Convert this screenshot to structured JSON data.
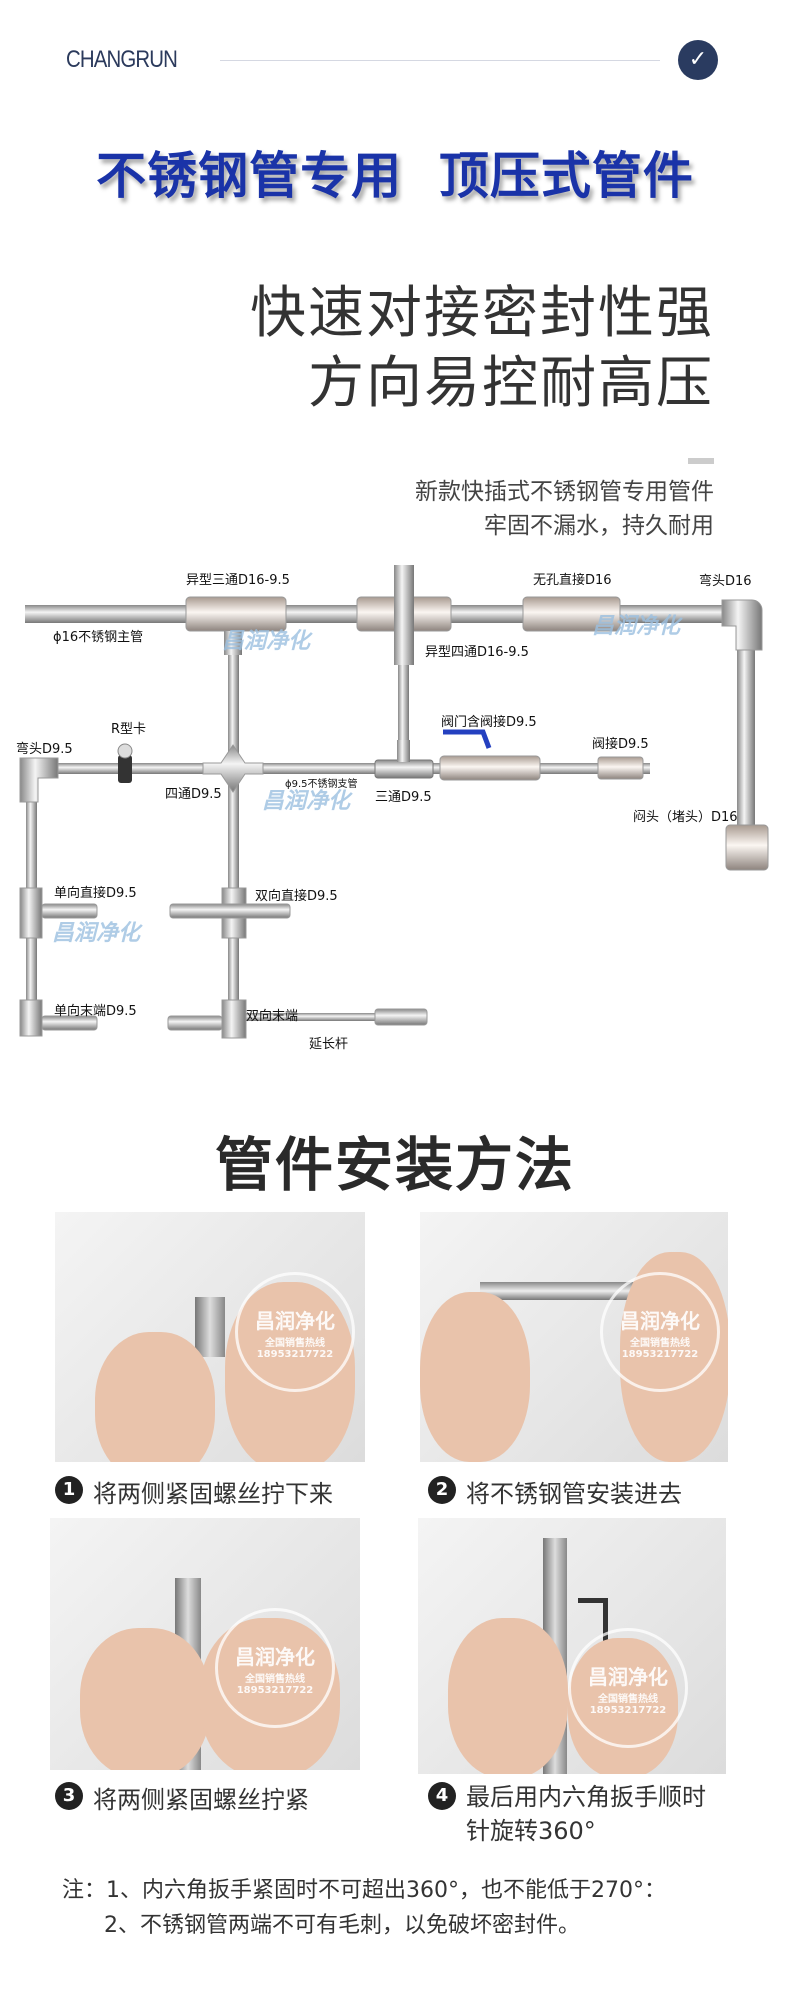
{
  "header": {
    "brand": "CHANGRUN",
    "check_icon": "check-circle-icon"
  },
  "hero": {
    "title": "不锈钢管专用  顶压式管件",
    "line1": "快速对接密封性强",
    "line2": "方向易控耐高压",
    "sub1": "新款快插式不锈钢管专用管件",
    "sub2": "牢固不漏水，持久耐用"
  },
  "diagram": {
    "watermark": "昌润净化",
    "labels": {
      "tee_main": "异型三通D16-9.5",
      "main_pipe": "ϕ16不锈钢主管",
      "cross_main": "异型四通D16-9.5",
      "straight": "无孔直接D16",
      "elbow16": "弯头D16",
      "valve": "阀门含阀接D9.5",
      "valve_joint": "阀接D9.5",
      "elbow95": "弯头D9.5",
      "r_clip": "R型卡",
      "cross95": "四通D9.5",
      "branch_pipe": "ϕ9.5不锈钢支管",
      "tee95": "三通D9.5",
      "plug": "闷头（堵头）D16",
      "one_way_straight": "单向直接D9.5",
      "two_way_straight": "双向直接D9.5",
      "one_way_end": "单向末端D9.5",
      "two_way_end": "双向末端",
      "extension": "延长杆"
    }
  },
  "install": {
    "title": "管件安装方法",
    "stamp": {
      "name": "昌润净化",
      "line": "全国销售热线",
      "phone": "18953217722"
    },
    "steps": [
      {
        "n": "1",
        "text": "将两侧紧固螺丝拧下来"
      },
      {
        "n": "2",
        "text": "将不锈钢管安装进去"
      },
      {
        "n": "3",
        "text": "将两侧紧固螺丝拧紧"
      },
      {
        "n": "4",
        "text": "最后用内六角扳手顺时针旋转360°"
      }
    ],
    "notes": [
      "注：1、内六角扳手紧固时不可超出360°，也不能低于270°：",
      "2、不锈钢管两端不可有毛刺，以免破坏密封件。"
    ]
  }
}
